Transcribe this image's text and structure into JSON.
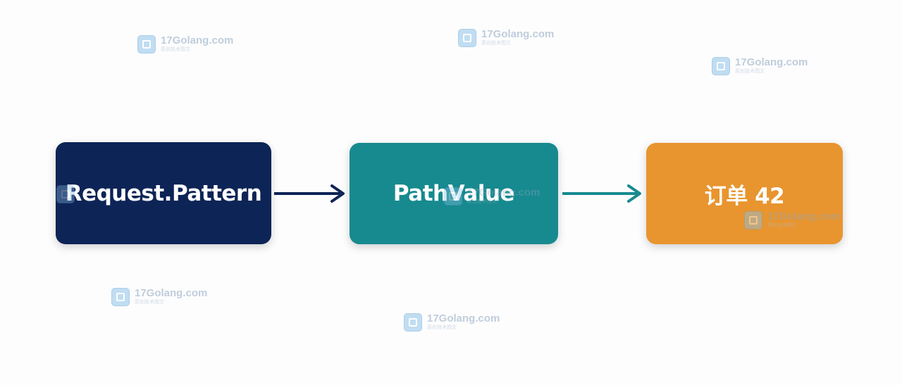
{
  "nodes": [
    {
      "label": "Request.Pattern",
      "color": "#0d2456"
    },
    {
      "label": "PathValue",
      "color": "#178a8f"
    },
    {
      "label": "订单 42",
      "color": "#e8952f"
    }
  ],
  "edges": [
    {
      "from": "Request.Pattern",
      "to": "PathValue",
      "color": "#0d2456"
    },
    {
      "from": "PathValue",
      "to": "订单 42",
      "color": "#178a8f"
    }
  ],
  "watermark": {
    "site": "17Golang.com",
    "sub": "原创技术图文"
  }
}
